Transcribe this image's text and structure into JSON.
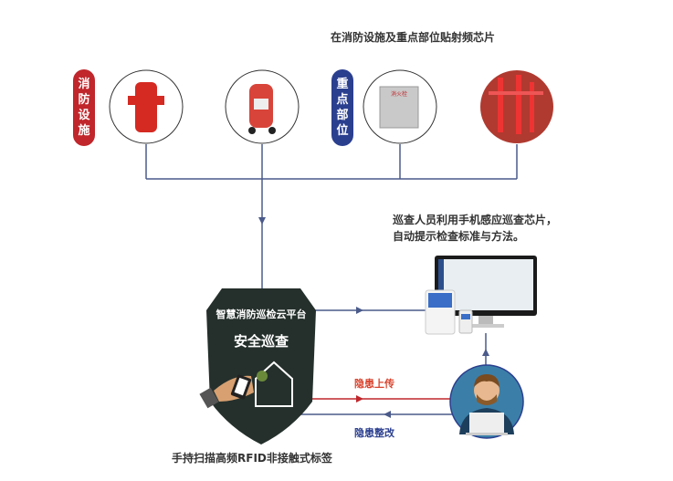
{
  "top_caption": "在消防设施及重点部位贴射频芯片",
  "label_fire_facilities": "消防设施",
  "label_key_areas": "重点部位",
  "patrol_caption_line1": "巡查人员利用手机感应巡查芯片，",
  "patrol_caption_line2": "自动提示检查标准与方法。",
  "shield_title": "智慧消防巡检云平台",
  "shield_subtitle": "安全巡查",
  "hazard_upload": "隐患上传",
  "hazard_rectify": "隐患整改",
  "bottom_caption": "手持扫描高频RFID非接触式标签",
  "colors": {
    "red": "#c0262b",
    "blue": "#2b3f8f",
    "line": "#4a5a8a",
    "shield": "#25302c"
  }
}
